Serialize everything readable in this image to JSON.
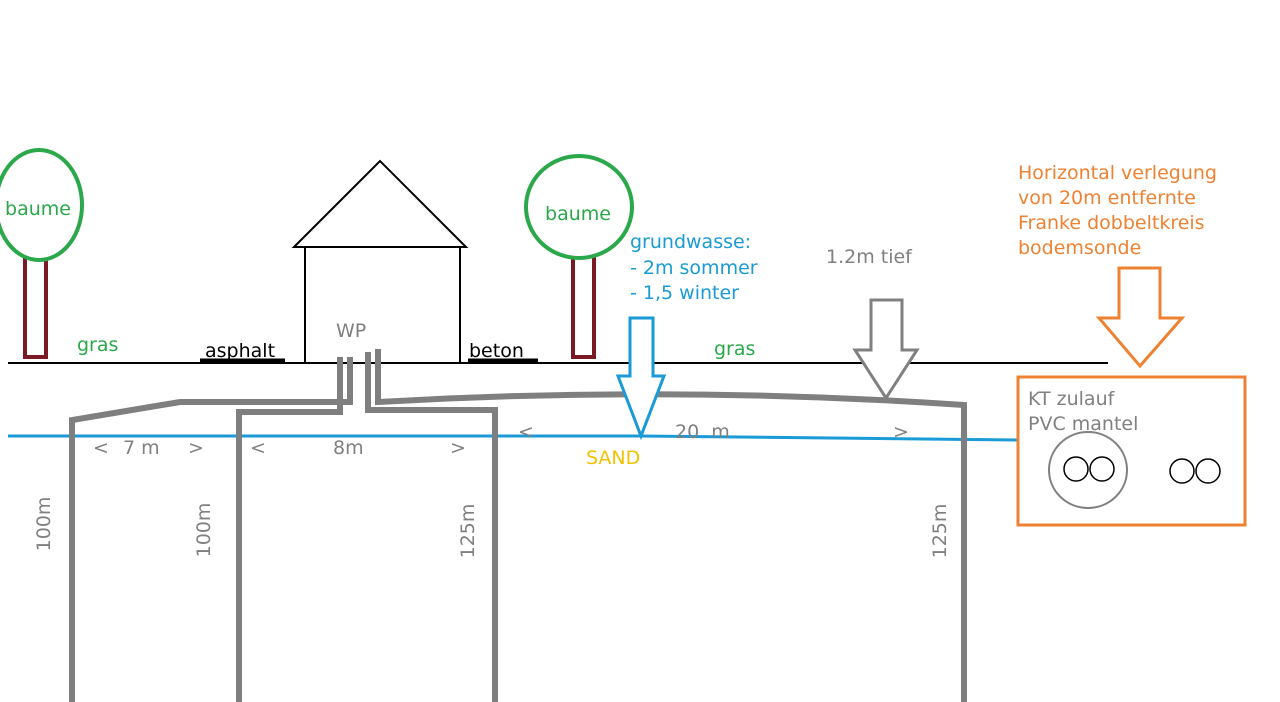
{
  "colors": {
    "green": "#2aa84a",
    "tree_trunk": "#7a1a24",
    "black": "#000000",
    "gray": "#808080",
    "pipe_gray": "#7f7f7f",
    "water_blue": "#1a9ad6",
    "sand_yellow": "#f2c200",
    "orange": "#ee8232"
  },
  "trees": [
    {
      "label": "baume"
    },
    {
      "label": "baume"
    }
  ],
  "surface_labels": {
    "gras_left": "gras",
    "asphalt": "asphalt",
    "beton": "beton",
    "gras_right": "gras",
    "wp": "WP"
  },
  "groundwater": {
    "title": "grundwasse:",
    "line1": "- 2m sommer",
    "line2": "- 1,5 winter"
  },
  "depth_note": "1.2m tief",
  "horizontal_note": {
    "line1": "Horizontal verlegung",
    "line2": "von 20m entfernte",
    "line3": "Franke dobbeltkreis",
    "line4": "bodemsonde"
  },
  "detail_box": {
    "line1": "KT zulauf",
    "line2": "PVC mantel"
  },
  "soil_label": "SAND",
  "distances": {
    "d1_left": "<",
    "d1_value": "7 m",
    "d1_right": ">",
    "d2_left": "<",
    "d2_value": "8m",
    "d2_right": ">",
    "d3_left": "<",
    "d3_value": "20  m",
    "d3_right": ">"
  },
  "probe_depths": [
    "100m",
    "100m",
    "125m",
    "125m"
  ]
}
